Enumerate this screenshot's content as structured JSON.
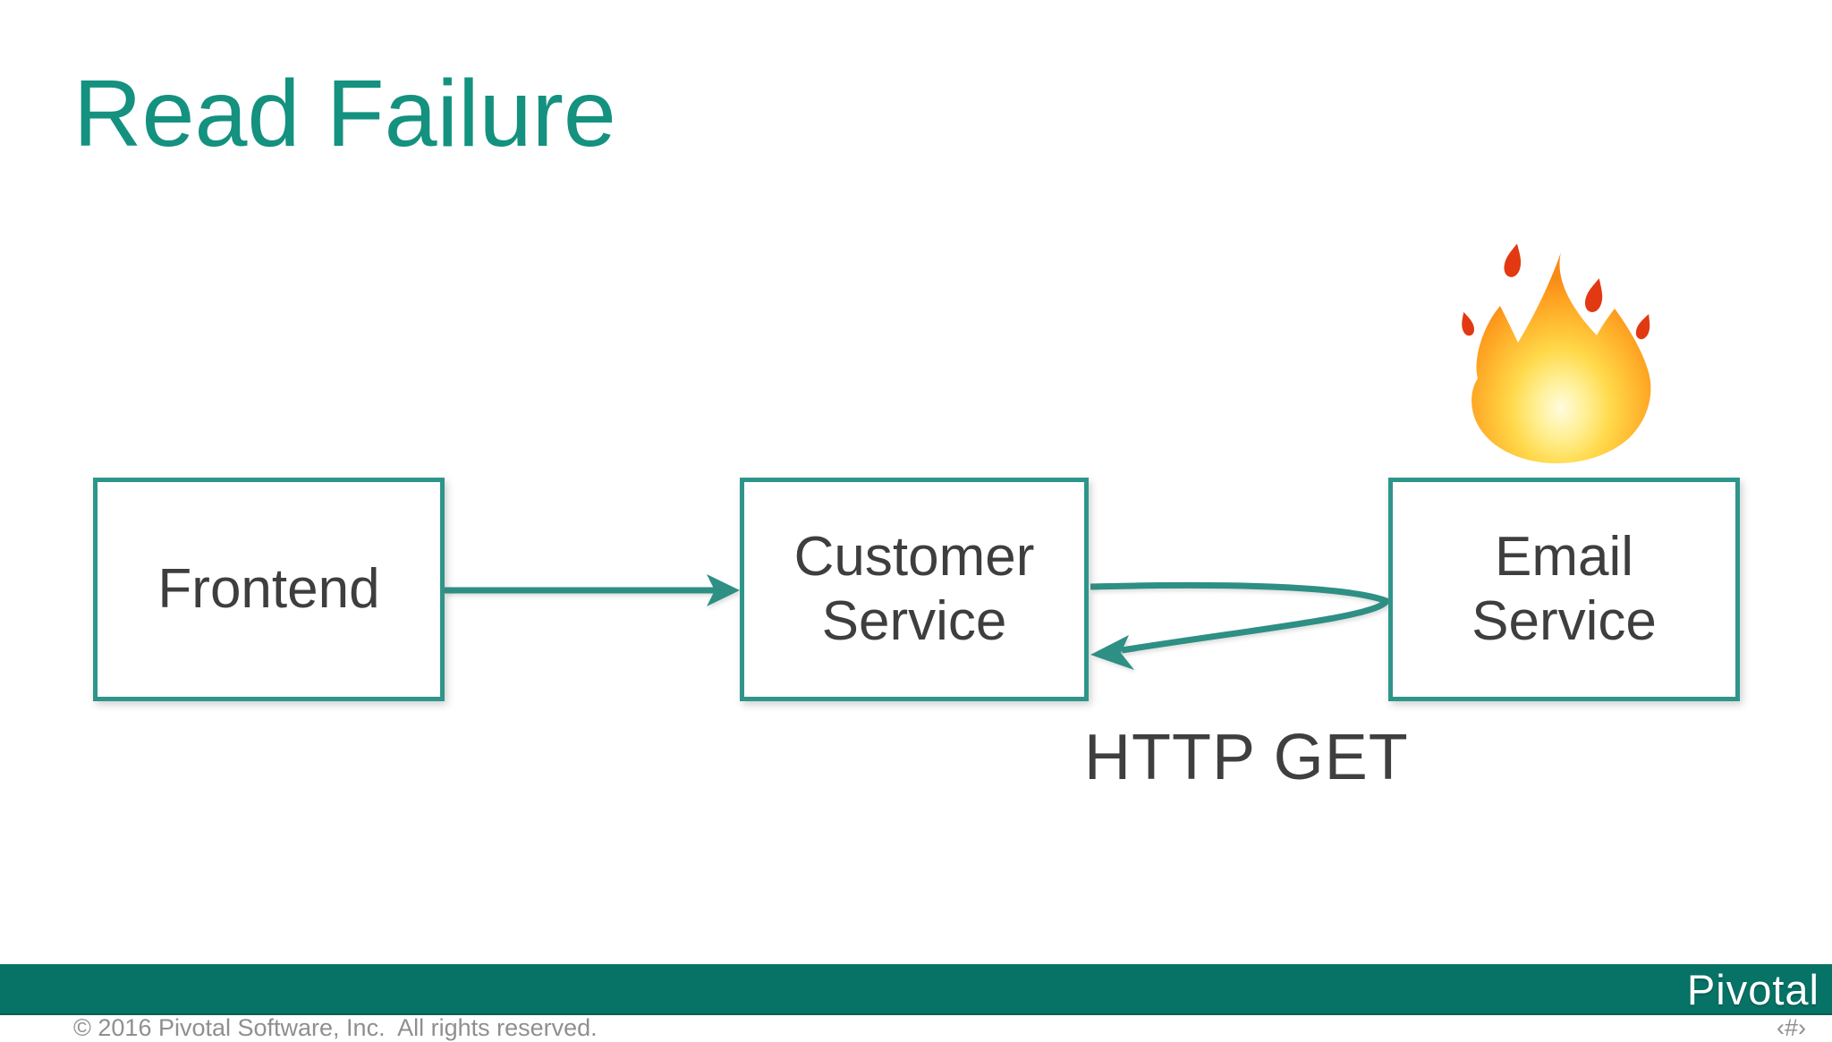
{
  "slide": {
    "title": "Read Failure"
  },
  "colors": {
    "title": "#14917F",
    "node_border": "#2E958A",
    "arrow": "#2E8F84",
    "footer_bar": "#077266",
    "node_text": "#3E3E3E",
    "annotation_text": "#3F3F3F",
    "muted_text": "#8F8F8F",
    "logo_text_color": "#FFFFFF",
    "fire_red": "#E23912"
  },
  "diagram": {
    "nodes": [
      {
        "id": "frontend",
        "label": "Frontend"
      },
      {
        "id": "customer-service",
        "label": "Customer Service"
      },
      {
        "id": "email-service",
        "label": "Email Service"
      }
    ],
    "edges": [
      {
        "from": "frontend",
        "to": "customer-service",
        "style": "straight-arrow",
        "label": ""
      },
      {
        "from": "email-service",
        "to": "customer-service",
        "style": "hairpin-return-arrow",
        "label": "HTTP GET"
      }
    ],
    "icons": [
      {
        "name": "fire-icon",
        "attached_to": "email-service"
      }
    ]
  },
  "footer": {
    "copyright": "© 2016 Pivotal Software, Inc.  All rights reserved.",
    "logo": "Pivotal",
    "slide_number_placeholder": "‹#›"
  }
}
